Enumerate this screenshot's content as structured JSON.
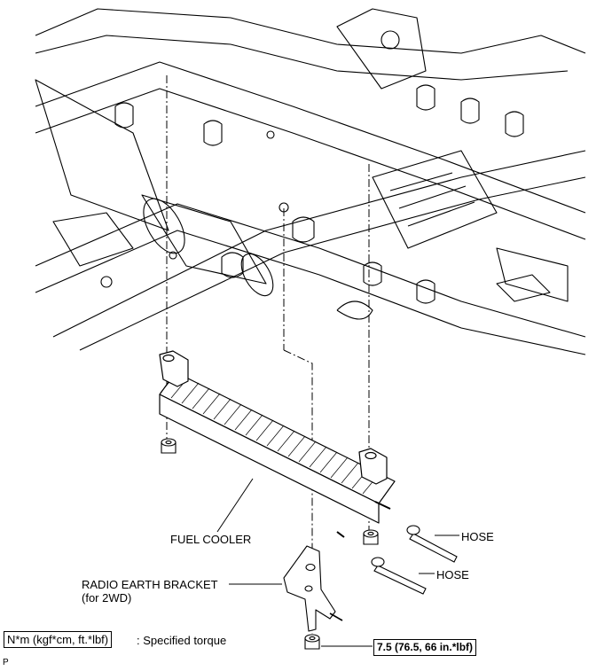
{
  "labels": {
    "fuel_cooler": "FUEL COOLER",
    "hose_upper": "HOSE",
    "hose_lower": "HOSE",
    "radio_bracket_line1": "RADIO EARTH BRACKET",
    "radio_bracket_line2": "(for 2WD)",
    "legend_unit": "N*m (kgf*cm, ft.*lbf)",
    "legend_desc": ": Specified torque",
    "torque_value": "7.5 (76.5, 66 in.*lbf)",
    "corner_code": "P"
  }
}
